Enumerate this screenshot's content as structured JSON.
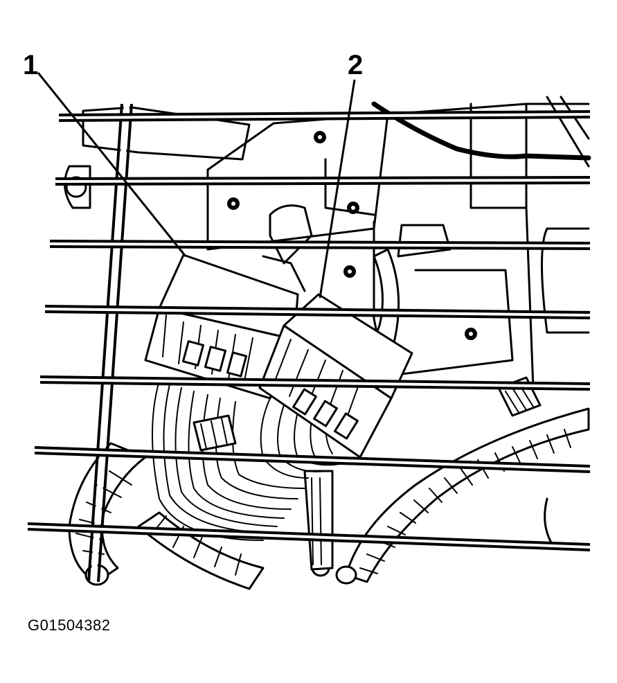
{
  "callouts": [
    {
      "id": "1",
      "label": "1"
    },
    {
      "id": "2",
      "label": "2"
    }
  ],
  "figure_id": "G01504382"
}
